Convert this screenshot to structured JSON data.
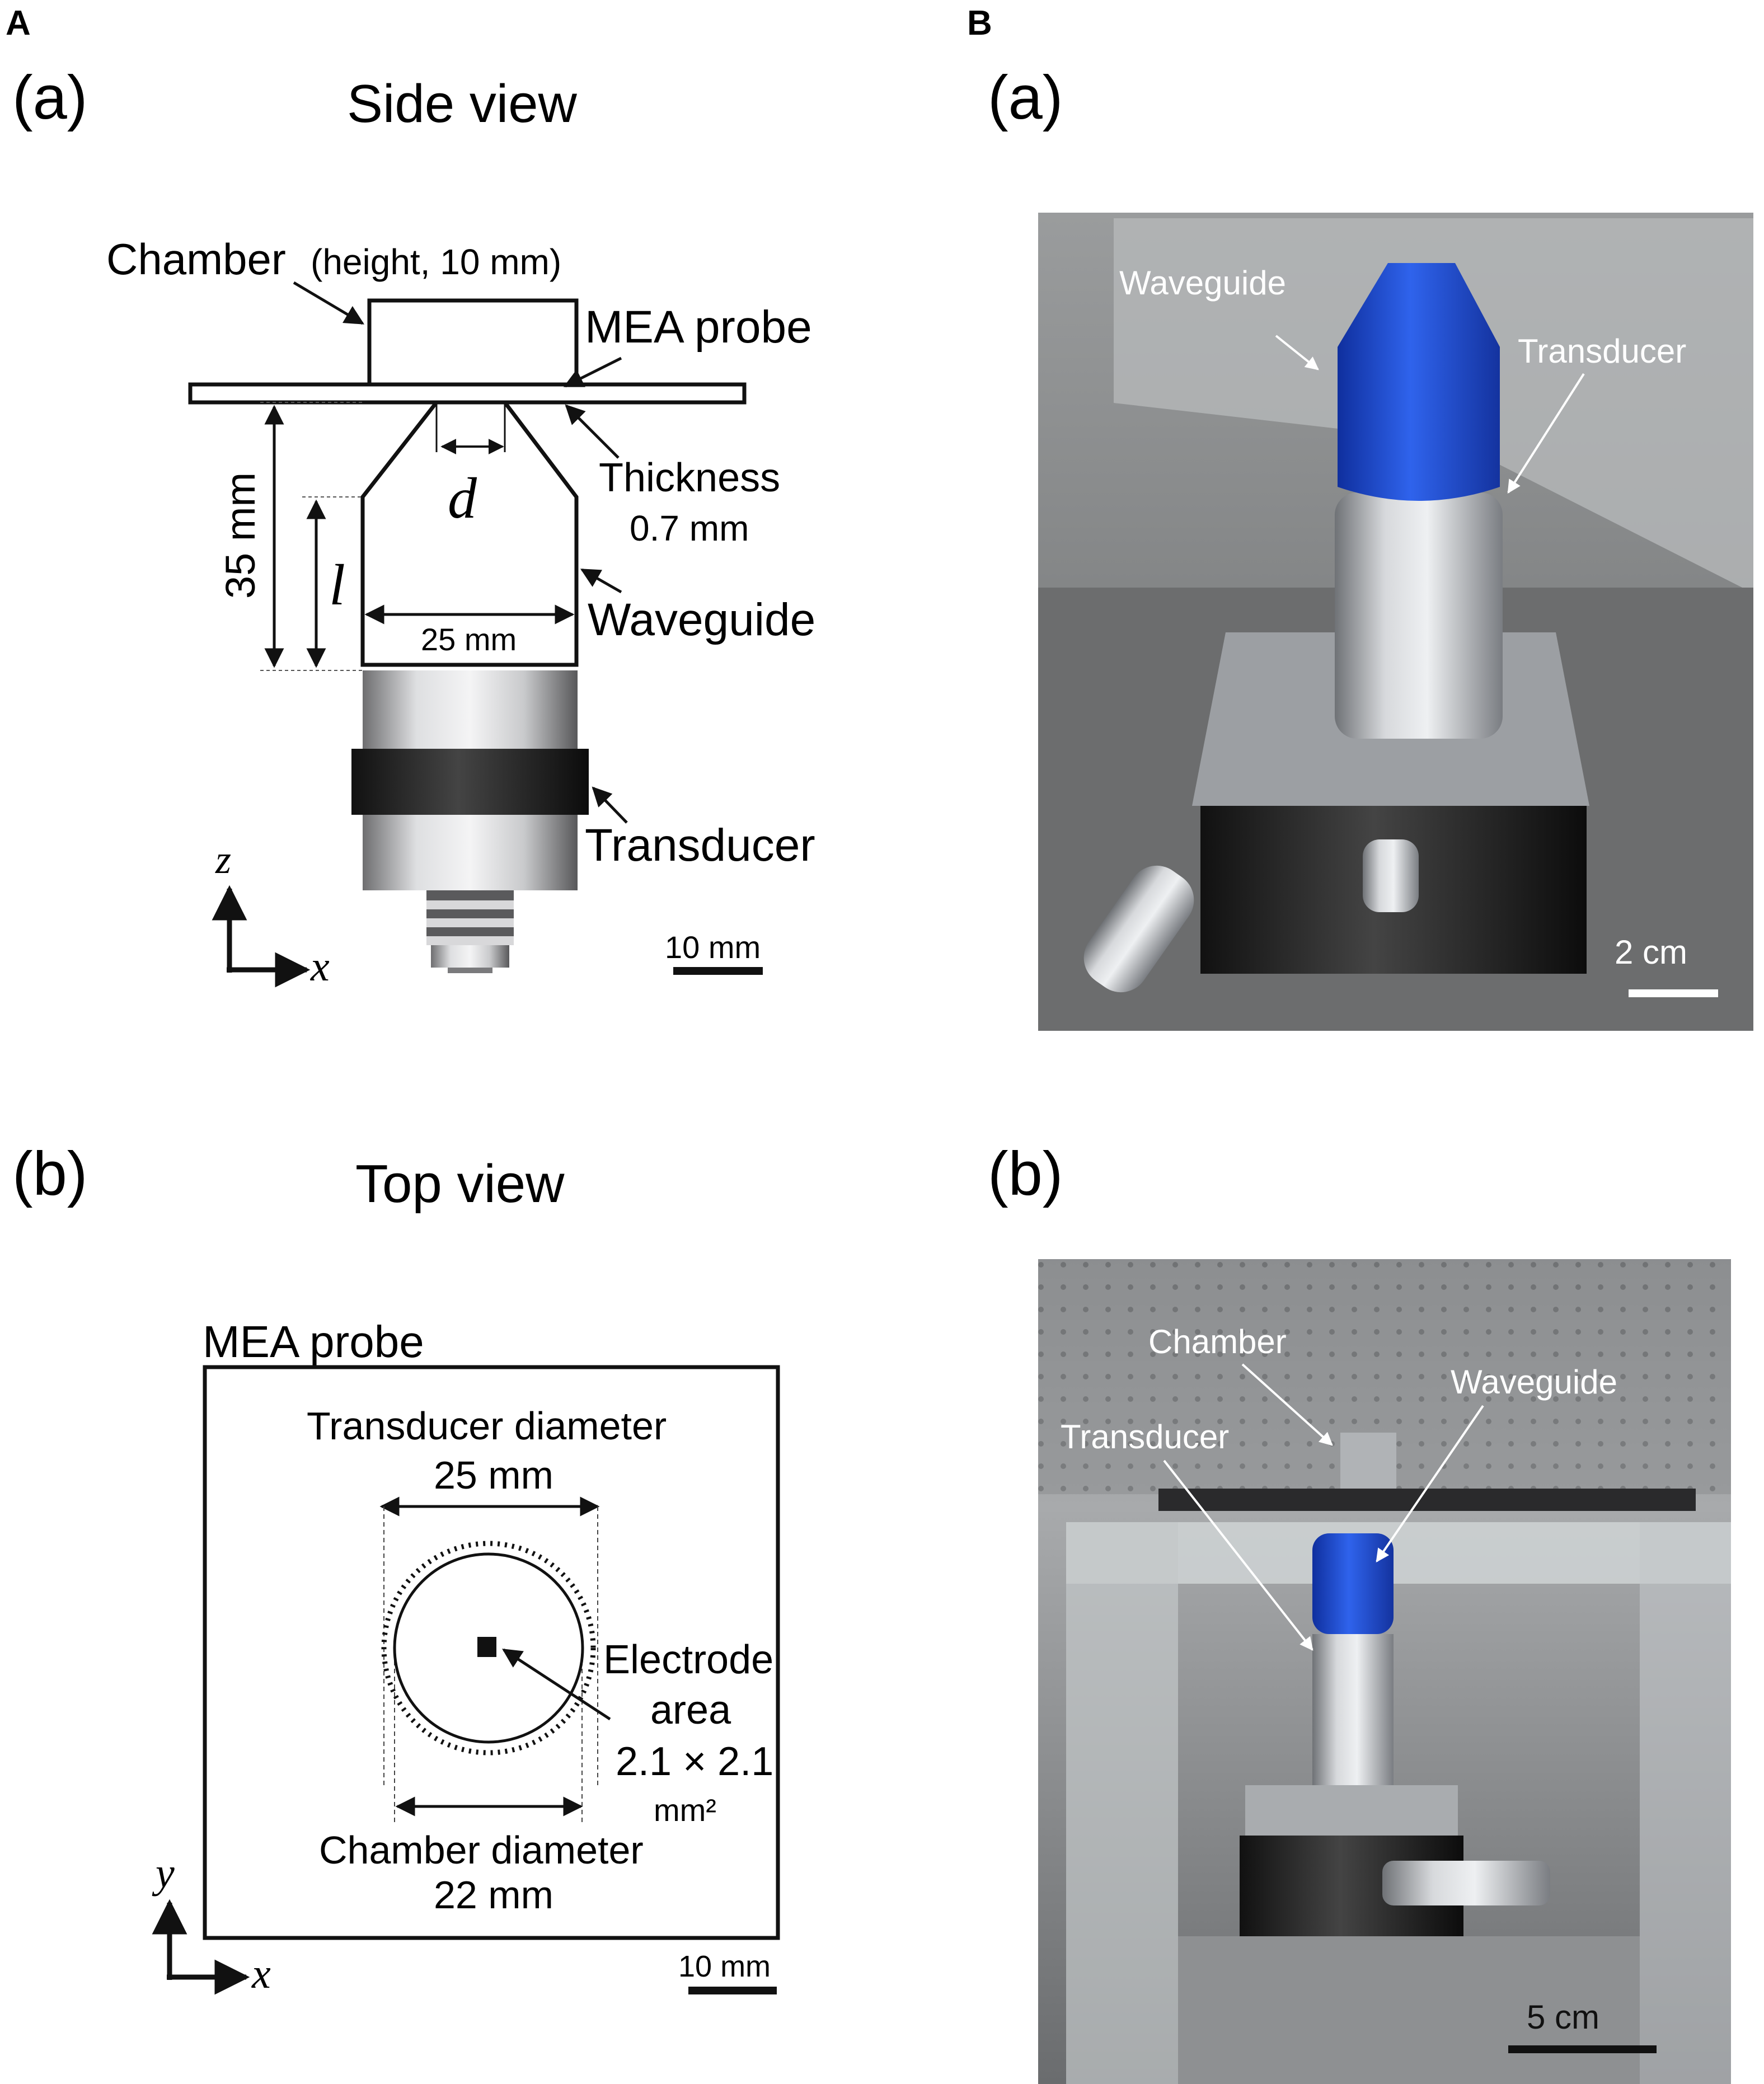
{
  "panel_A": {
    "letter": "A",
    "side_view": {
      "sub_label": "(a)",
      "title": "Side view",
      "chamber": "Chamber",
      "chamber_height": "(height, 10 mm)",
      "mea_probe": "MEA probe",
      "thickness": "Thickness",
      "thickness_value": "0.7 mm",
      "d_symbol": "d",
      "l_symbol": "l",
      "height_dim": "35 mm",
      "width_dim": "25 mm",
      "waveguide": "Waveguide",
      "transducer": "Transducer",
      "axis_z": "z",
      "axis_x": "x",
      "scale_bar": "10 mm"
    },
    "top_view": {
      "sub_label": "(b)",
      "title": "Top view",
      "mea_probe": "MEA probe",
      "transducer_diameter": "Transducer diameter",
      "transducer_diameter_value": "25 mm",
      "electrode": "Electrode",
      "electrode_area": "area",
      "electrode_size": "2.1 × 2.1",
      "electrode_unit": "mm²",
      "chamber_diameter": "Chamber diameter",
      "chamber_diameter_value": "22 mm",
      "axis_y": "y",
      "axis_x": "x",
      "scale_bar": "10 mm"
    }
  },
  "panel_B": {
    "letter": "B",
    "photo_a": {
      "sub_label": "(a)",
      "waveguide": "Waveguide",
      "transducer": "Transducer",
      "scale_bar": "2 cm"
    },
    "photo_b": {
      "sub_label": "(b)",
      "chamber": "Chamber",
      "waveguide": "Waveguide",
      "transducer": "Transducer",
      "scale_bar": "5 cm"
    }
  },
  "colors": {
    "waveguide_blue": "#1f4fd8",
    "aluminum": "#b9bcc0",
    "stage_black": "#1b1b1d"
  }
}
